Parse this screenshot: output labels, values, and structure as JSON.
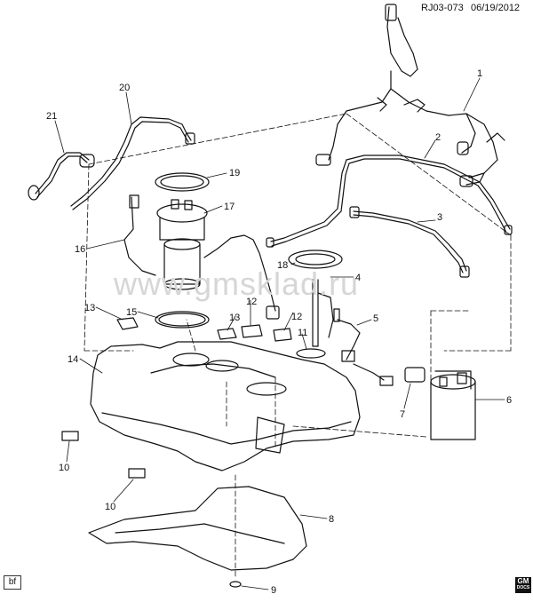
{
  "header": {
    "doc_id": "RJ03-073",
    "date": "06/19/2012"
  },
  "watermark": "www.gmsklad.ru",
  "footer": {
    "left_tag": "bf",
    "logo_top": "GM",
    "logo_bottom": "DOCS"
  },
  "callouts": [
    "1",
    "2",
    "3",
    "4",
    "5",
    "6",
    "7",
    "8",
    "9",
    "10",
    "10",
    "11",
    "12",
    "12",
    "13",
    "13",
    "14",
    "15",
    "16",
    "17",
    "18",
    "19",
    "20",
    "21"
  ]
}
